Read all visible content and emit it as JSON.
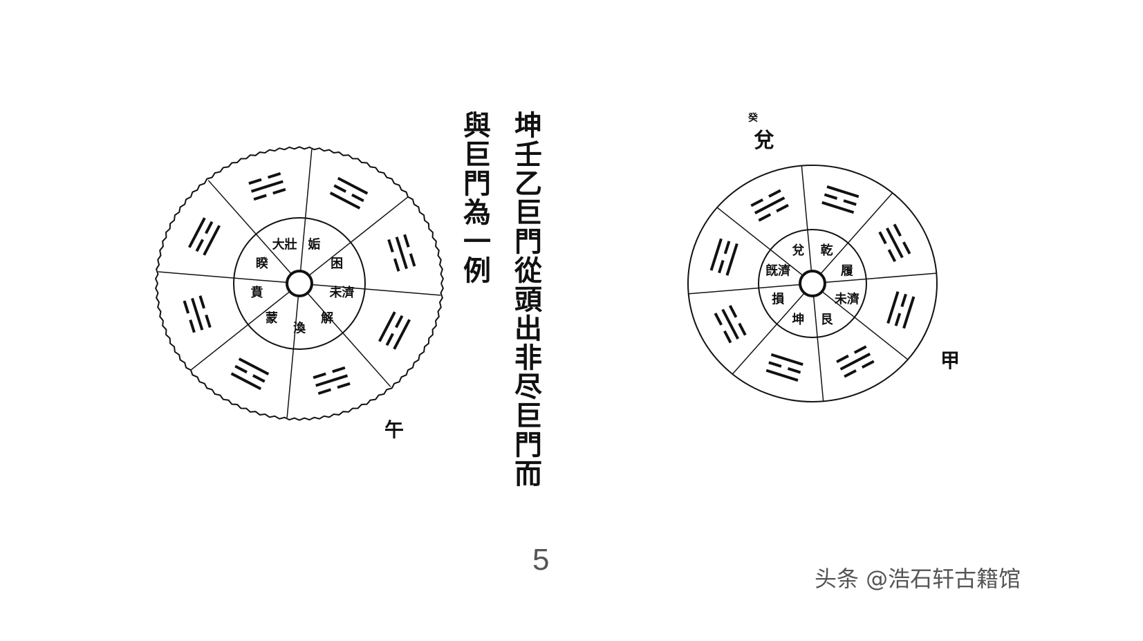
{
  "text_columns": [
    "坤壬乙巨門從頭出非尽巨門而",
    "與巨門為一例"
  ],
  "left_diagram": {
    "inner_labels": [
      "姤",
      "困",
      "未濟",
      "解",
      "渙",
      "蒙",
      "賁",
      "睽",
      "大壯"
    ],
    "corner_mark": "午"
  },
  "right_diagram": {
    "inner_labels": [
      "乾",
      "履",
      "未濟",
      "艮",
      "坤",
      "損",
      "旣濟",
      "兌"
    ],
    "top_mark": "兌",
    "top_small_mark": "癸",
    "side_mark": "甲"
  },
  "page_number": "5",
  "watermark": "头条 @浩石轩古籍馆"
}
